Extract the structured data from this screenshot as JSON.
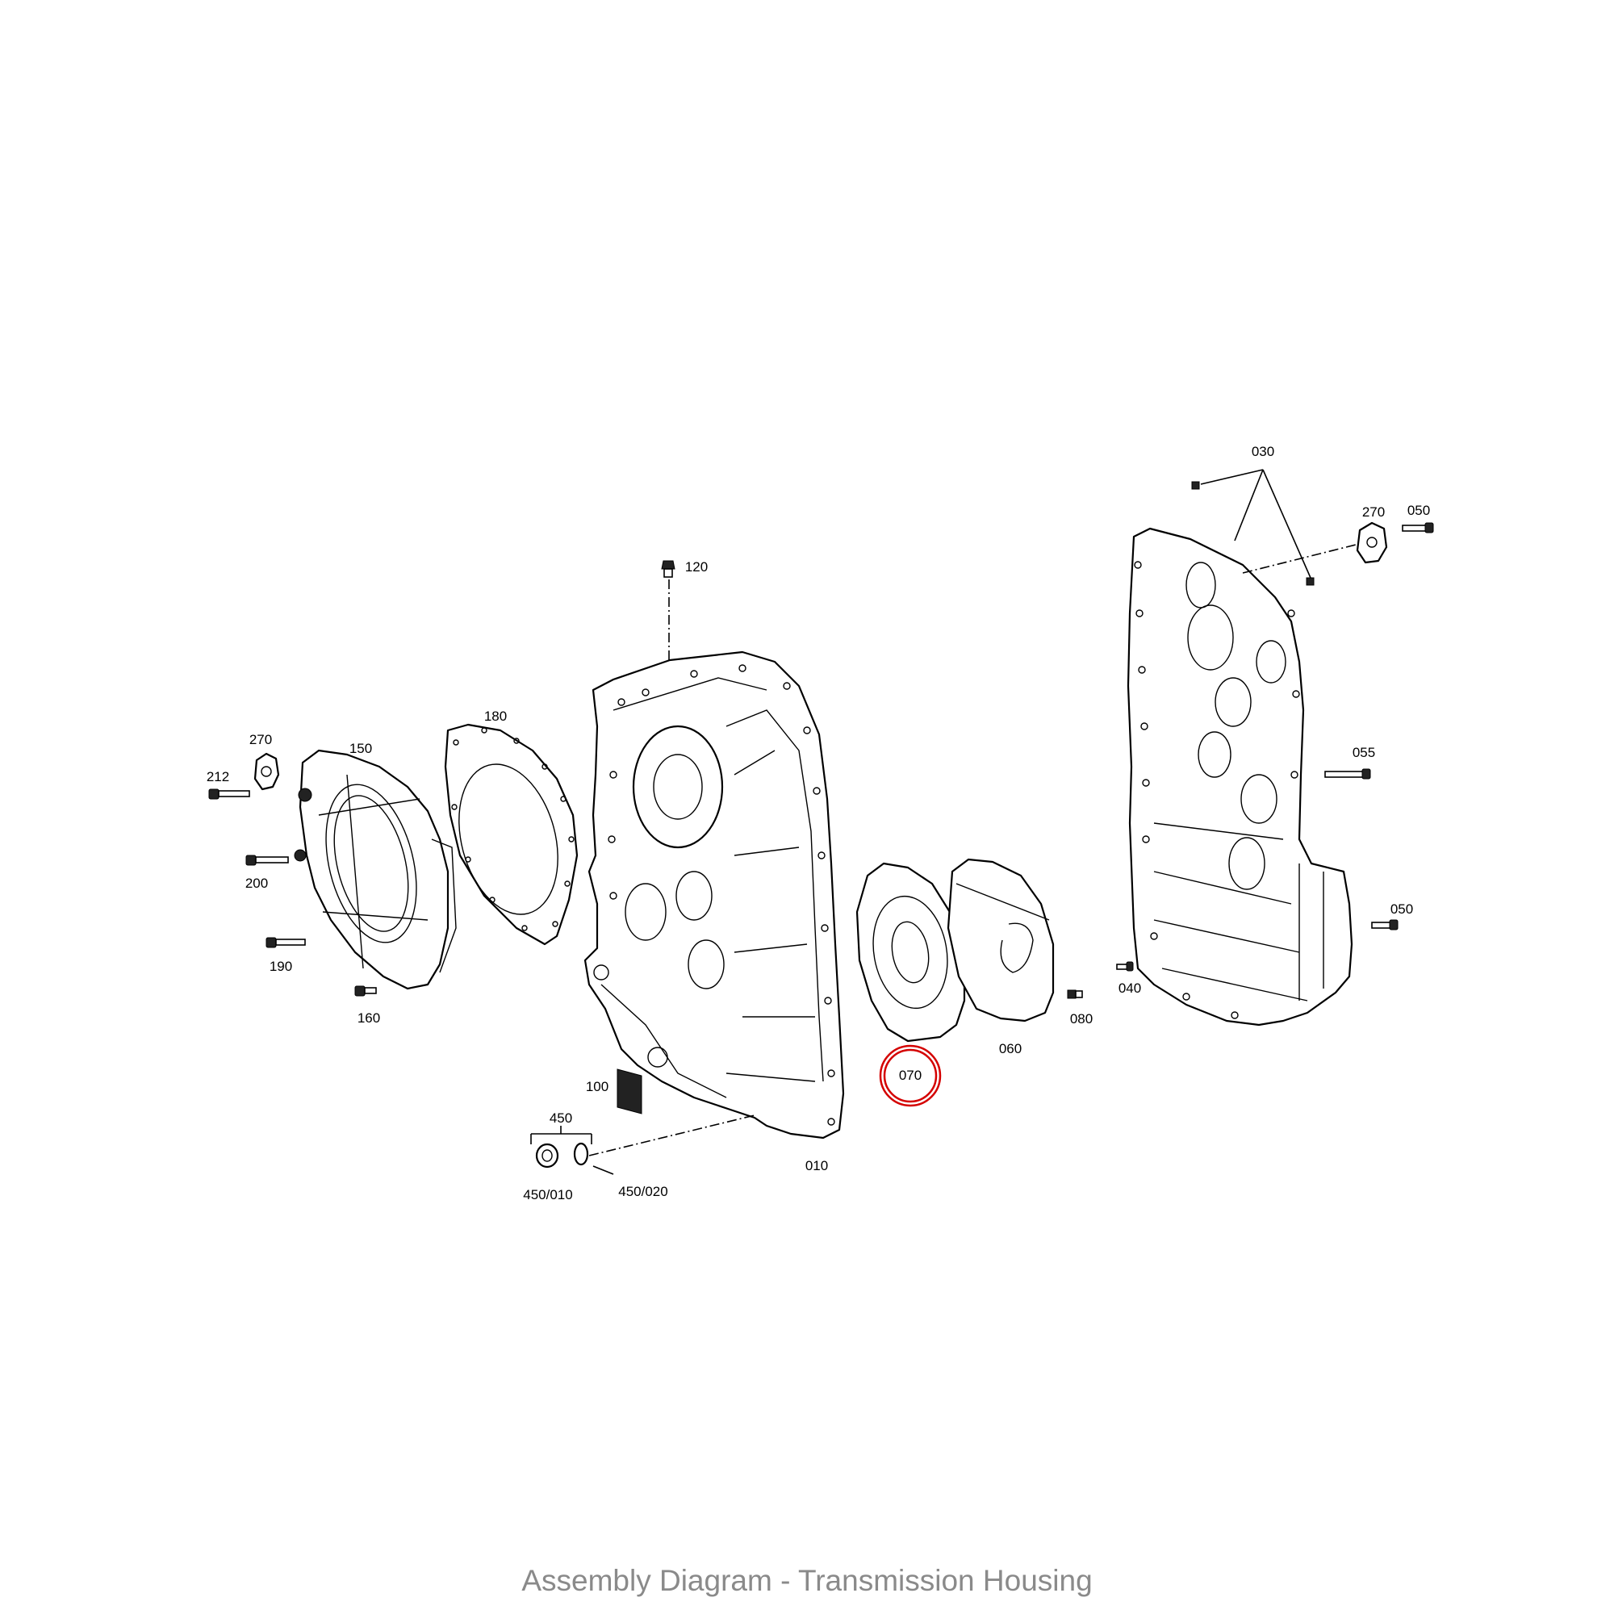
{
  "caption": "Assembly Diagram - Transmission Housing",
  "highlight_color": "#d40000",
  "highlighted_part": "070",
  "labels": {
    "p030": "030",
    "p270_right": "270",
    "p050_top": "050",
    "p120": "120",
    "p180": "180",
    "p270_left": "270",
    "p150": "150",
    "p212": "212",
    "p055": "055",
    "p200": "200",
    "p050_bottom": "050",
    "p190": "190",
    "p040": "040",
    "p160": "160",
    "p080": "080",
    "p060": "060",
    "p070": "070",
    "p100": "100",
    "p450": "450",
    "p010": "010",
    "p450_010": "450/010",
    "p450_020": "450/020"
  }
}
